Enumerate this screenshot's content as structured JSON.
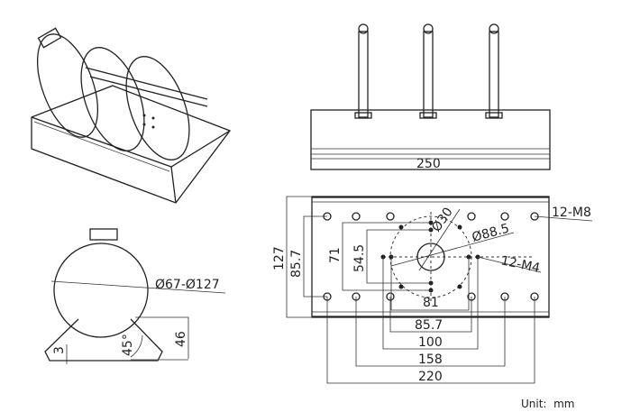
{
  "isometric_view": {},
  "top_view": {
    "width_label": "250"
  },
  "plate_view": {
    "height_outer": "127",
    "height_m8_spacing": "85.7",
    "height_71": "71",
    "height_54_5": "54.5",
    "center_hole": "Ø30",
    "bolt_circle": "Ø88.5",
    "m8_holes": "12-M8",
    "m4_holes": "12-M4",
    "w_81": "81",
    "w_85_7": "85.7",
    "w_100": "100",
    "w_158": "158",
    "w_220": "220"
  },
  "side_view": {
    "pole_range": "Ø67-Ø127",
    "angle": "45°",
    "thickness": "3",
    "height": "46"
  },
  "unit": "Unit:  mm"
}
